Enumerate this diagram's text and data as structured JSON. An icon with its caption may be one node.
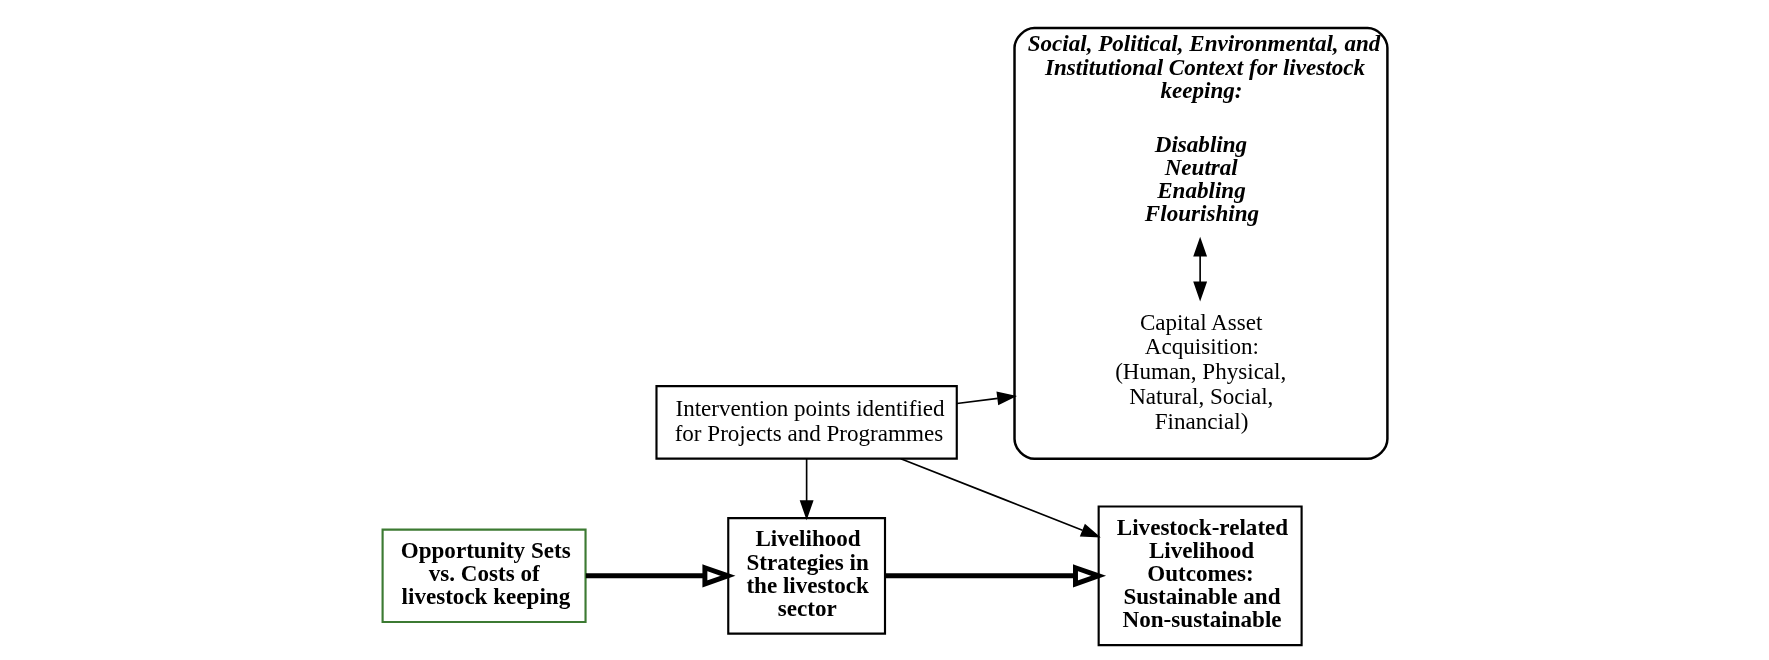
{
  "diagram": {
    "nodes": [
      {
        "text": [
          "Social, Political, Environmental, and Institutional Context for livestock keeping:"
        ]
      },
      {
        "text": [
          "Disabling Neutral Enabling Flourishing"
        ],
        "in": 0
      },
      {
        "text": [
          "Capital Asset Acquisition: (Human, Physical, Natural, Social, Financial)"
        ],
        "in": 0
      },
      {
        "text": [
          "Opportunity Sets vs. Costs of livestock keeping"
        ]
      },
      {
        "text": [
          "Livelihood Strategies in the livestock sector"
        ]
      },
      {
        "text": [
          "Livestock-related Livelihood Outcomes: Sustainable and Non-sustainable"
        ]
      },
      {
        "text": [
          "Intervention points identified for Projects and Programmes"
        ]
      }
    ],
    "edges": [
      {
        "from": 1,
        "to": 2,
        "arrow": "both"
      },
      {
        "from": 3,
        "to": 4,
        "arrow": "to",
        "style": "thick"
      },
      {
        "from": 4,
        "to": 5,
        "arrow": "to",
        "style": "thick"
      },
      {
        "from": 6,
        "to": 0,
        "arrow": "to"
      },
      {
        "from": 6,
        "to": 4,
        "arrow": "to"
      },
      {
        "from": 6,
        "to": 5,
        "arrow": "to"
      }
    ]
  }
}
